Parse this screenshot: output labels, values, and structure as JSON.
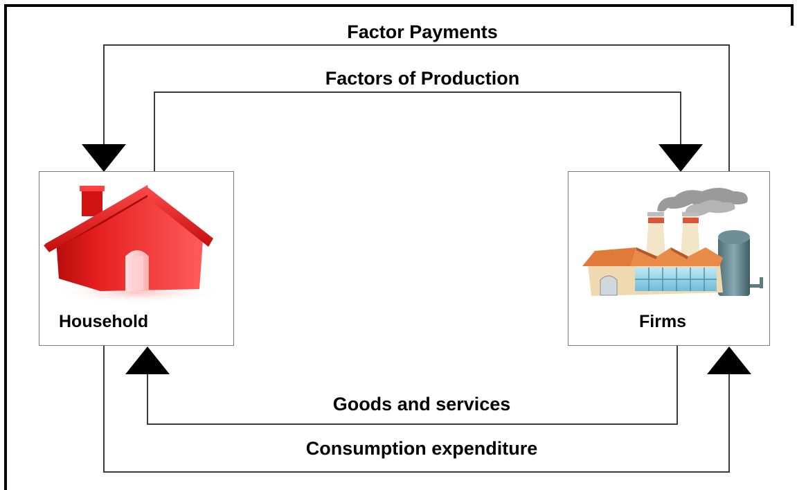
{
  "diagram": {
    "flows": {
      "factor_payments": "Factor Payments",
      "factors_of_production": "Factors of Production",
      "goods_and_services": "Goods and services",
      "consumption_expenditure": "Consumption expenditure"
    },
    "nodes": {
      "household": {
        "label": "Household",
        "icon": "house-icon"
      },
      "firms": {
        "label": "Firms",
        "icon": "factory-icon"
      }
    },
    "colors": {
      "line": "#3a3a3a",
      "arrowhead": "#000000",
      "house_red": "#e31b1b",
      "factory_roof": "#e07a3a",
      "factory_glass": "#8ecfe6",
      "smoke": "#9a9a9a"
    }
  }
}
